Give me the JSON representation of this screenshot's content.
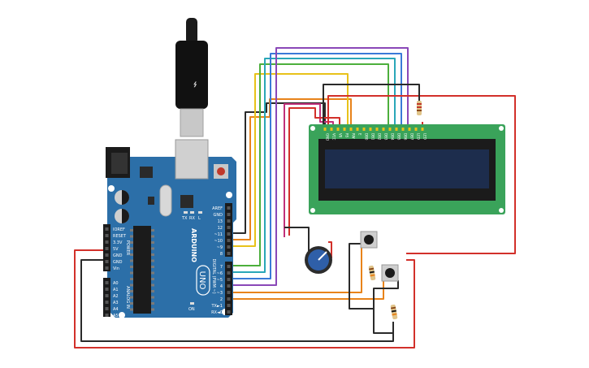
{
  "board": {
    "brand": "ARDUINO",
    "model": "UNO",
    "tx_label": "TX",
    "rx_label": "RX",
    "on_label": "ON",
    "l_label": "L",
    "digital_label": "DIGITAL (PWM ~)",
    "power_label": "POWER",
    "analog_label": "ANALOG IN",
    "digital_pins": [
      "AREF",
      "GND",
      "13",
      "12",
      "~11",
      "~10",
      "~9",
      "8",
      "7",
      "~6",
      "~5",
      "4",
      "~3",
      "2",
      "TX►1",
      "RX◄0"
    ],
    "power_pins": [
      "IOREF",
      "RESET",
      "3.3V",
      "5V",
      "GND",
      "GND",
      "Vin"
    ],
    "analog_pins": [
      "A0",
      "A1",
      "A2",
      "A3",
      "A4",
      "A5"
    ]
  },
  "lcd": {
    "pins": [
      "GND",
      "VCC",
      "V0",
      "RS",
      "RW",
      "E",
      "DB0",
      "DB1",
      "DB2",
      "DB3",
      "DB4",
      "DB5",
      "DB6",
      "DB7",
      "LED",
      "LED"
    ]
  },
  "colors": {
    "board": "#2c6fa8",
    "lcd_pcb": "#3aa35a",
    "lcd_screen": "#1d2d4d",
    "wire_red": "#d2302a",
    "wire_black": "#2a2a2a",
    "wire_orange": "#e8831a",
    "wire_yellow": "#e8c21a",
    "wire_green": "#4caf3c",
    "wire_teal": "#2aa7b8",
    "wire_blue": "#3a7ad8",
    "wire_purple": "#8a48b8",
    "wire_magenta": "#c0307a"
  }
}
